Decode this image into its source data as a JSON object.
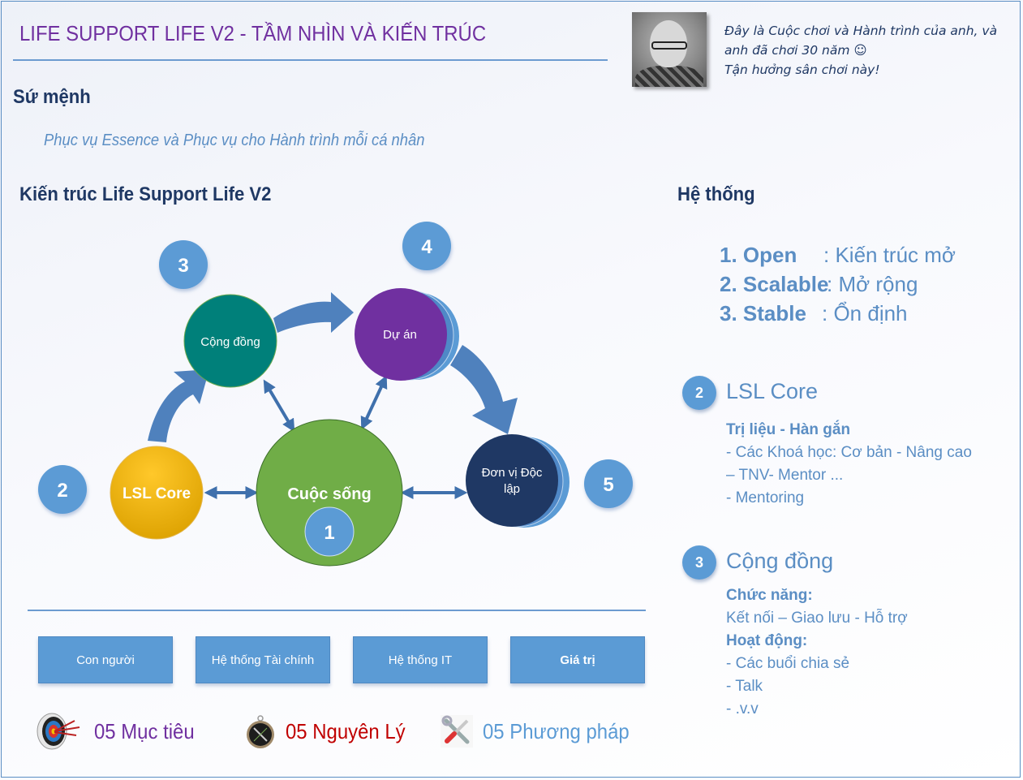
{
  "header": {
    "title": "LIFE SUPPORT LIFE V2 - TẦM NHÌN VÀ KIẾN TRÚC",
    "quote_lines": [
      "Đây là Cuộc chơi và Hành trình của anh, và",
      "anh đã chơi 30 năm ☺",
      "Tận hưởng sân chơi này!"
    ]
  },
  "mission": {
    "heading": "Sứ mệnh",
    "text": "Phục vụ Essence và Phục vụ cho Hành trình mỗi cá nhân"
  },
  "architecture": {
    "heading": "Kiến trúc Life Support Life V2",
    "nodes": {
      "cuoc_song": {
        "label": "Cuộc sống",
        "number": "1",
        "color": "#70ad47"
      },
      "lsl_core": {
        "label": "LSL Core",
        "number": "2",
        "color": "#ffc000"
      },
      "cong_dong": {
        "label": "Cộng đồng",
        "number": "3",
        "color": "#00807a"
      },
      "du_an": {
        "label": "Dự án",
        "number": "4",
        "color": "#7030a0"
      },
      "don_vi": {
        "label_line1": "Đơn vị Độc",
        "label_line2": "lập",
        "number": "5",
        "color": "#1f3864"
      }
    },
    "arrow_color": "#4f81bd",
    "badge_color": "#5b9bd5"
  },
  "pillars": [
    "Con người",
    "Hệ thống Tài chính",
    "Hệ thống IT",
    "Giá trị"
  ],
  "footer": [
    {
      "icon": "target-icon",
      "label": "05 Mục tiêu",
      "color": "#7030a0"
    },
    {
      "icon": "compass-icon",
      "label": "05 Nguyên Lý",
      "color": "#c00000"
    },
    {
      "icon": "tools-icon",
      "label": "05 Phương pháp",
      "color": "#5b9bd5"
    }
  ],
  "system": {
    "heading": "Hệ thống",
    "items": [
      {
        "key": "1. Open",
        "value": ": Kiến trúc mở"
      },
      {
        "key": "2. Scalable",
        "value": ": Mở rộng"
      },
      {
        "key": "3. Stable",
        "value": ": Ổn định"
      }
    ]
  },
  "sections": [
    {
      "number": "2",
      "title": "LSL Core",
      "lines": [
        {
          "text": "Trị liệu - Hàn gắn",
          "bold": true
        },
        {
          "text": "- Các Khoá học: Cơ bản - Nâng cao",
          "bold": false
        },
        {
          "text": "– TNV- Mentor ...",
          "bold": false
        },
        {
          "text": "- Mentoring",
          "bold": false
        }
      ]
    },
    {
      "number": "3",
      "title": "Cộng đồng",
      "lines": [
        {
          "text": "Chức năng:",
          "bold": true
        },
        {
          "text": "Kết nối – Giao lưu - Hỗ trợ",
          "bold": false
        },
        {
          "text": "Hoạt động:",
          "bold": true
        },
        {
          "text": "- Các buổi chia sẻ",
          "bold": false
        },
        {
          "text": "- Talk",
          "bold": false
        },
        {
          "text": "- .v.v",
          "bold": false
        }
      ]
    }
  ]
}
